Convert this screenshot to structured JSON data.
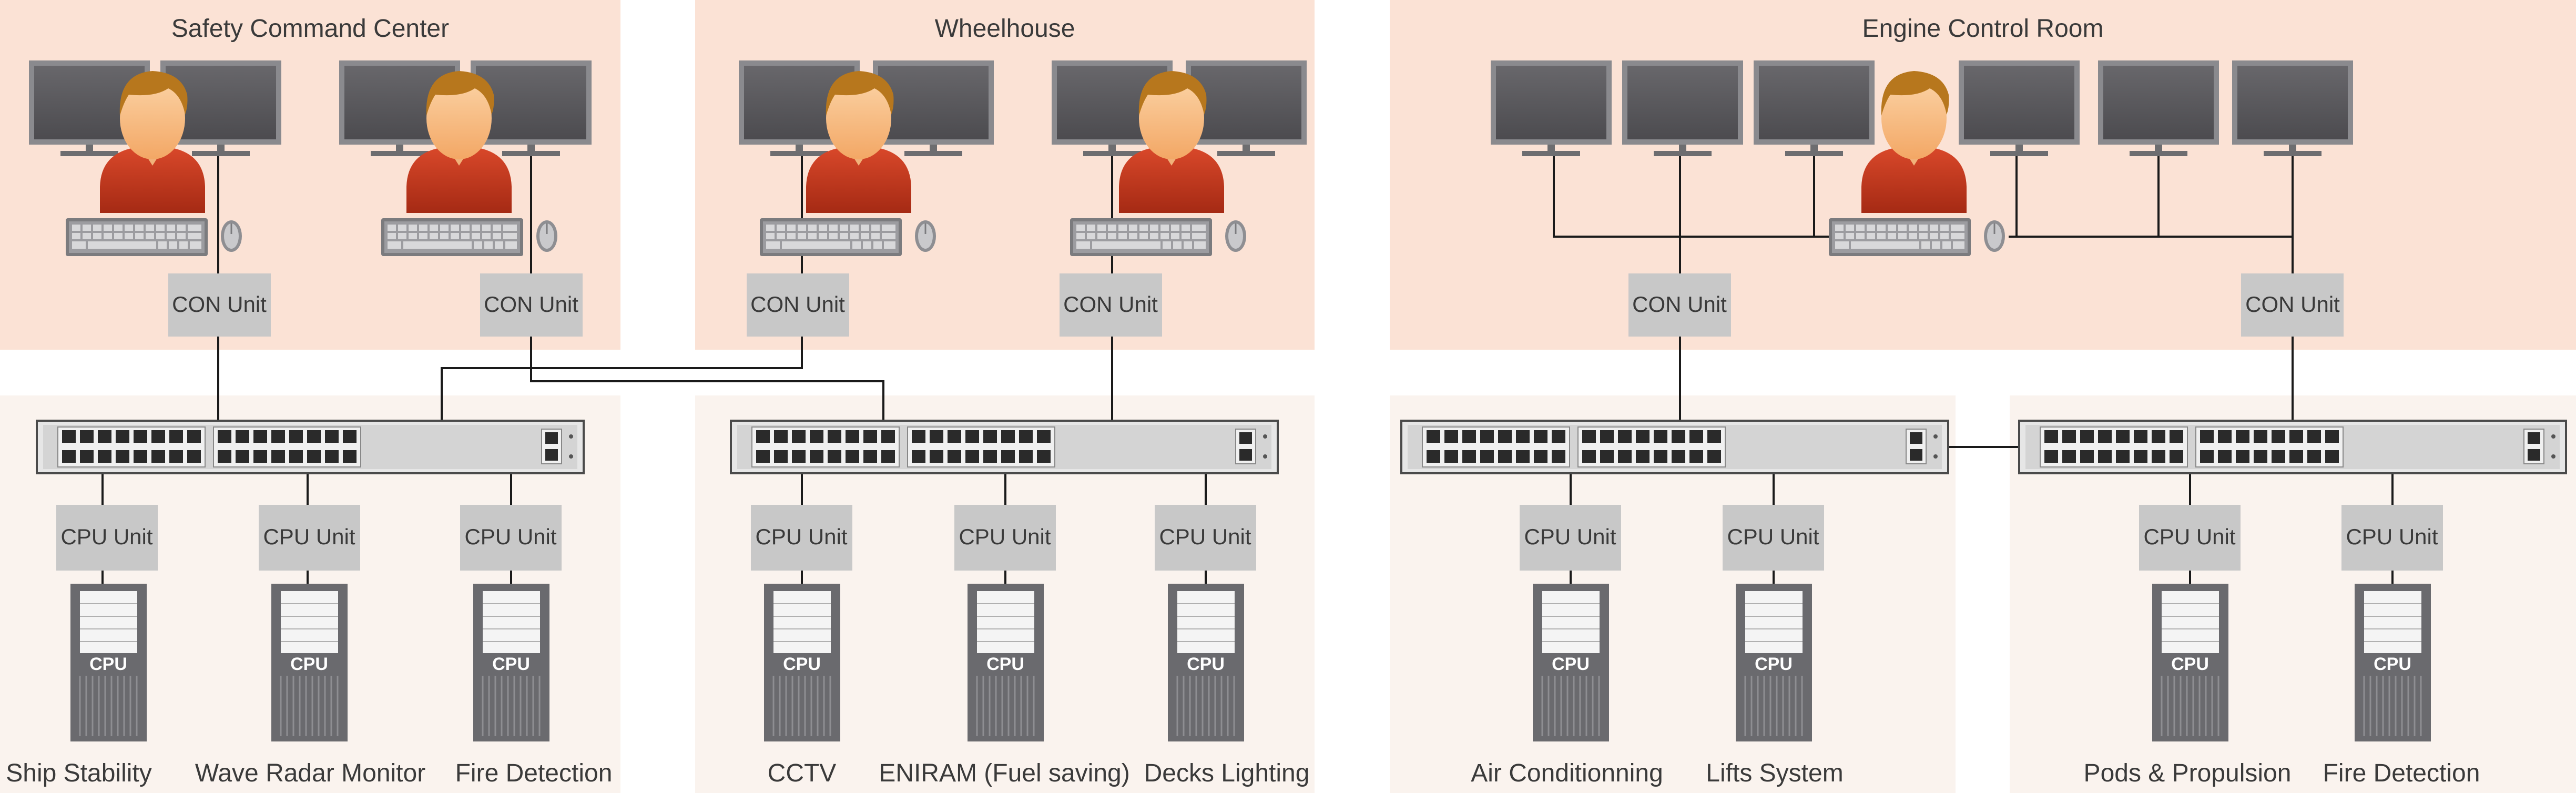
{
  "rooms": [
    {
      "id": "safety",
      "title": "Safety Command Center"
    },
    {
      "id": "wheelhouse",
      "title": "Wheelhouse"
    },
    {
      "id": "engine",
      "title": "Engine Control Room"
    }
  ],
  "labels": {
    "con_unit": "CON Unit",
    "cpu_unit": "CPU Unit",
    "cpu": "CPU"
  },
  "systems": [
    "Ship Stability",
    "Wave Radar Monitor",
    "Fire Detection",
    "CCTV",
    "ENIRAM (Fuel saving)",
    "Decks Lighting",
    "Air Conditionning",
    "Lifts System",
    "Pods & Propulsion",
    "Fire Detection"
  ],
  "colors": {
    "room_top": "#fbe2d5",
    "room_bottom": "#faf3ee",
    "unit_box": "#c8c8c8",
    "monitor": "#5c5b5f",
    "person_shirt": "#c23a1e"
  }
}
